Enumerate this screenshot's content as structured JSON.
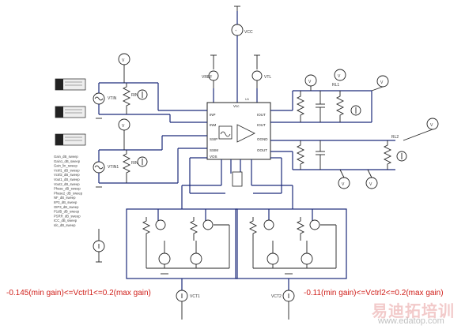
{
  "conditions": {
    "left": "-0.145(min gain)<=Vctrl1<=0.2(max gain)",
    "right": "-0.11(min gain)<=Vctrl2<=0.2(max gain)"
  },
  "watermark": {
    "chinese": "易迪拓培训",
    "url": "www.edatop.com"
  },
  "ic": {
    "name": "U1",
    "pins_left": [
      "INP",
      "INM",
      "SSIP",
      "SSIM",
      "VOS"
    ],
    "pins_right": [
      "IOUT",
      "IOUT",
      "OGND",
      "OOUT"
    ],
    "pins_top": [
      "Vcc"
    ]
  },
  "sources": {
    "top": "VCC",
    "vref1": "VREF",
    "vtl": "VTL",
    "vin1": "VTIN",
    "vin2": "VTIN1",
    "vct1": "VCT1",
    "vct2": "VCT2"
  },
  "resistors": {
    "r_in1": "RIN1",
    "r_in2": "RIN2",
    "r_out1": "RL1",
    "r_out2": "RL2"
  },
  "side_list": [
    "Gain_dB_sweep",
    "Gain1_dB_sweep",
    "Gain_lin_sweep",
    "Vctrl1_dB_sweep",
    "Vctrl2_dB_sweep",
    "Vout1_dB_sweep",
    "Vout2_dB_sweep",
    "Phase_dB_sweep",
    "Phase2_dB_sweep",
    "NF_dB_sweep",
    "IIP3_dB_sweep",
    "OIP3_dB_sweep",
    "P1dB_dB_sweep",
    "PSRR_dB_sweep",
    "ICC_dB_sweep",
    "Idc_dB_sweep"
  ]
}
